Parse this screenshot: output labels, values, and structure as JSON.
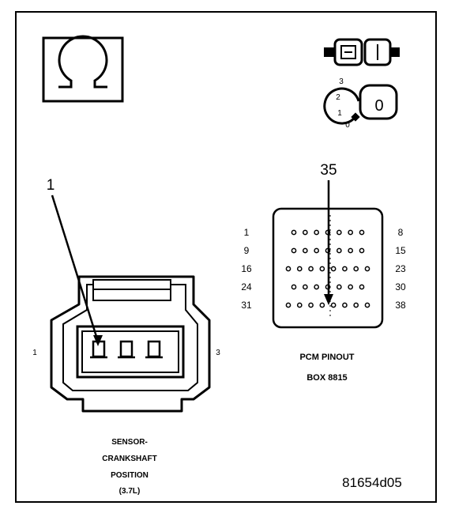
{
  "connector": {
    "callout": "1",
    "left_pin": "1",
    "right_pin": "3",
    "caption": [
      "SENSOR-",
      "CRANKSHAFT",
      "POSITION",
      "(3.7L)"
    ]
  },
  "pcm": {
    "callout": "35",
    "rows": [
      {
        "left": "1",
        "right": "8",
        "pins": 7
      },
      {
        "left": "9",
        "right": "15",
        "pins": 7
      },
      {
        "left": "16",
        "right": "23",
        "pins": 8
      },
      {
        "left": "24",
        "right": "30",
        "pins": 7
      },
      {
        "left": "31",
        "right": "38",
        "pins": 8
      }
    ],
    "title_line1": "PCM PINOUT",
    "title_line2": "BOX 8815"
  },
  "ignition": {
    "positions": [
      "3",
      "2",
      "1",
      "0"
    ],
    "key_label": "0"
  },
  "figure_id": "81654d05",
  "symbols": {
    "ohm": "ohmmeter-icon",
    "connector": "disconnect-connector-icon",
    "key": "ignition-key-icon"
  }
}
